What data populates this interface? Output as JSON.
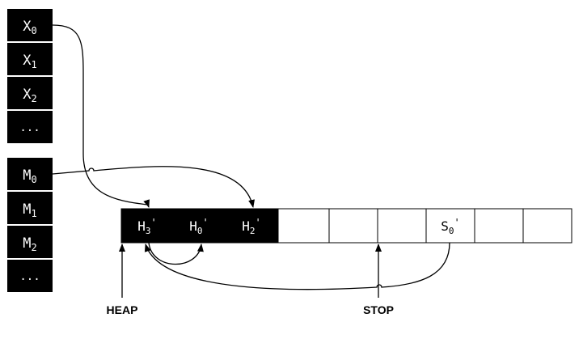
{
  "registers": {
    "x": [
      {
        "base": "X",
        "sub": "0"
      },
      {
        "base": "X",
        "sub": "1"
      },
      {
        "base": "X",
        "sub": "2"
      },
      {
        "base": "...",
        "sub": ""
      }
    ],
    "m": [
      {
        "base": "M",
        "sub": "0"
      },
      {
        "base": "M",
        "sub": "1"
      },
      {
        "base": "M",
        "sub": "2"
      },
      {
        "base": "...",
        "sub": ""
      }
    ]
  },
  "heap_cells": [
    {
      "base": "H",
      "sub": "3",
      "prime": "'",
      "filled": true
    },
    {
      "base": "H",
      "sub": "0",
      "prime": "'",
      "filled": true
    },
    {
      "base": "H",
      "sub": "2",
      "prime": "'",
      "filled": true
    },
    {
      "base": "",
      "sub": "",
      "prime": "",
      "filled": false
    },
    {
      "base": "",
      "sub": "",
      "prime": "",
      "filled": false
    },
    {
      "base": "",
      "sub": "",
      "prime": "",
      "filled": false
    },
    {
      "base": "S",
      "sub": "0",
      "prime": "'",
      "filled": false
    },
    {
      "base": "",
      "sub": "",
      "prime": "",
      "filled": false
    },
    {
      "base": "",
      "sub": "",
      "prime": "",
      "filled": false
    }
  ],
  "pointers": {
    "heap_label": "HEAP",
    "stop_label": "STOP"
  },
  "colors": {
    "filled": "#000000",
    "empty": "#ffffff",
    "text_on_filled": "#ffffff",
    "line": "#000000"
  }
}
